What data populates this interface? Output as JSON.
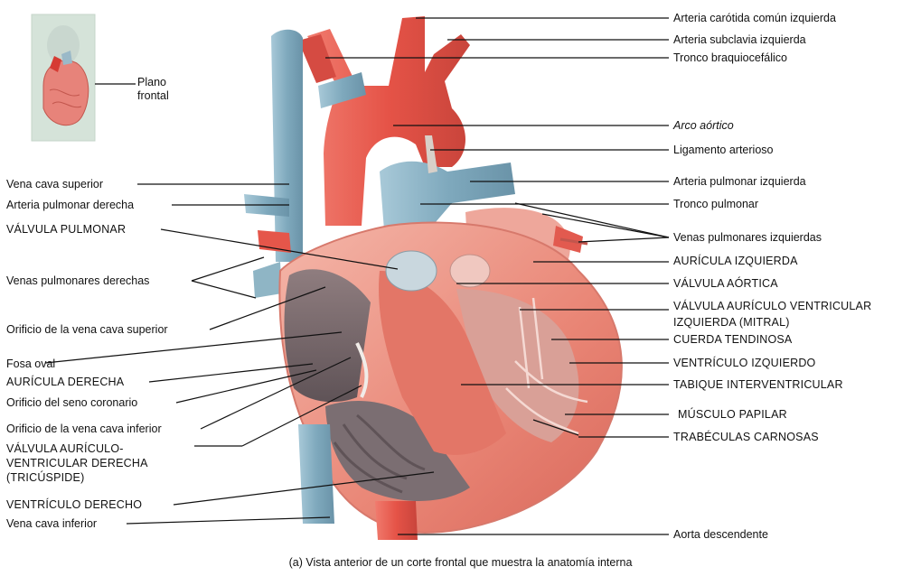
{
  "inset": {
    "label": "Plano\nfrontal"
  },
  "right_labels": [
    {
      "id": "carotida",
      "text": "Arteria carótida común izquierda"
    },
    {
      "id": "subclavia",
      "text": "Arteria subclavia izquierda"
    },
    {
      "id": "braquio",
      "text": "Tronco braquiocefálico"
    },
    {
      "id": "arco",
      "text": "Arco aórtico"
    },
    {
      "id": "ligamento",
      "text": "Ligamento arterioso"
    },
    {
      "id": "apizq",
      "text": "Arteria pulmonar izquierda"
    },
    {
      "id": "tronco",
      "text": "Tronco pulmonar"
    },
    {
      "id": "vpi",
      "text": "Venas pulmonares izquierdas"
    },
    {
      "id": "auri",
      "text": "AURÍCULA IZQUIERDA"
    },
    {
      "id": "vao",
      "text": "VÁLVULA AÓRTICA"
    },
    {
      "id": "mitral",
      "text": "VÁLVULA AURÍCULO VENTRICULAR\nIZQUIERDA (MITRAL)"
    },
    {
      "id": "cuerda",
      "text": "CUERDA TENDINOSA"
    },
    {
      "id": "vi",
      "text": "VENTRÍCULO IZQUIERDO"
    },
    {
      "id": "tabique",
      "text": "TABIQUE INTERVENTRICULAR"
    },
    {
      "id": "papilar",
      "text": "MÚSCULO PAPILAR"
    },
    {
      "id": "trabeculas",
      "text": "TRABÉCULAS CARNOSAS"
    },
    {
      "id": "aorta",
      "text": "Aorta descendente"
    }
  ],
  "left_labels": [
    {
      "id": "vcs",
      "text": "Vena cava superior"
    },
    {
      "id": "apd",
      "text": "Arteria pulmonar derecha"
    },
    {
      "id": "vpulm",
      "text": "VÁLVULA PULMONAR"
    },
    {
      "id": "vpd",
      "text": "Venas pulmonares derechas"
    },
    {
      "id": "orvcs",
      "text": "Orificio de la vena cava superior"
    },
    {
      "id": "fosa",
      "text": "Fosa oval"
    },
    {
      "id": "aurd",
      "text": "AURÍCULA DERECHA"
    },
    {
      "id": "seno",
      "text": "Orificio del seno coronario"
    },
    {
      "id": "orvci",
      "text": "Orificio de la vena cava inferior"
    },
    {
      "id": "tricus",
      "text": "VÁLVULA AURÍCULO-\nVENTRICULAR DERECHA\n(TRICÚSPIDE)"
    },
    {
      "id": "vd",
      "text": "VENTRÍCULO DERECHO"
    },
    {
      "id": "vci",
      "text": "Vena cava inferior"
    }
  ],
  "caption": "(a) Vista anterior de un corte frontal que muestra la anatomía interna",
  "colors": {
    "artery": "#e25a4f",
    "vein": "#8eb6c8",
    "muscle": "#e98a7c",
    "muscle_light": "#f3b2a6",
    "chamber_dark": "#7e6a6a",
    "background": "#ffffff"
  }
}
